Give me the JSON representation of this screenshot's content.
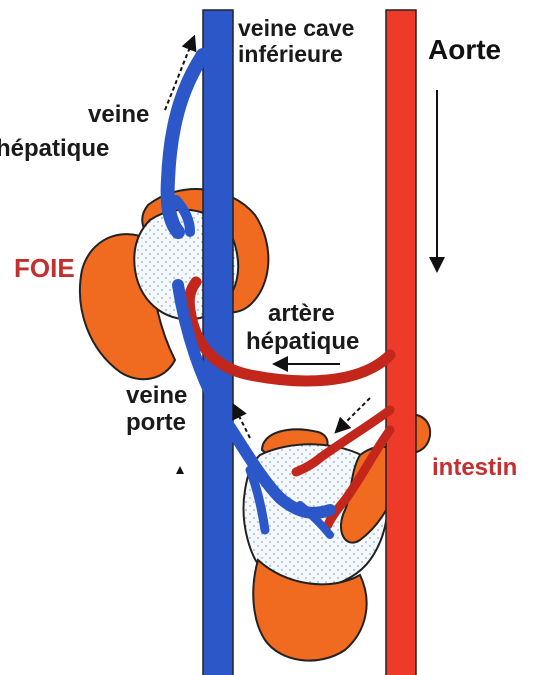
{
  "labels": {
    "veine_cave_line1": "veine cave",
    "veine_cave_line2": "inférieure",
    "aorte": "Aorte",
    "veine_hepatique_line1": "veine",
    "veine_hepatique_line2": "-hépatique",
    "foie": "FOIE",
    "artere_hepatique_line1": "artère",
    "artere_hepatique_line2": "hépatique",
    "veine_porte_line1": "veine",
    "veine_porte_line2": "porte",
    "intestin": "intestin"
  },
  "colors": {
    "vein_blue": "#2b57c9",
    "artery_red": "#ee3a28",
    "organ_orange": "#f06a1f",
    "label_red": "#c42f2f",
    "text_dark": "#1a1a1a"
  }
}
